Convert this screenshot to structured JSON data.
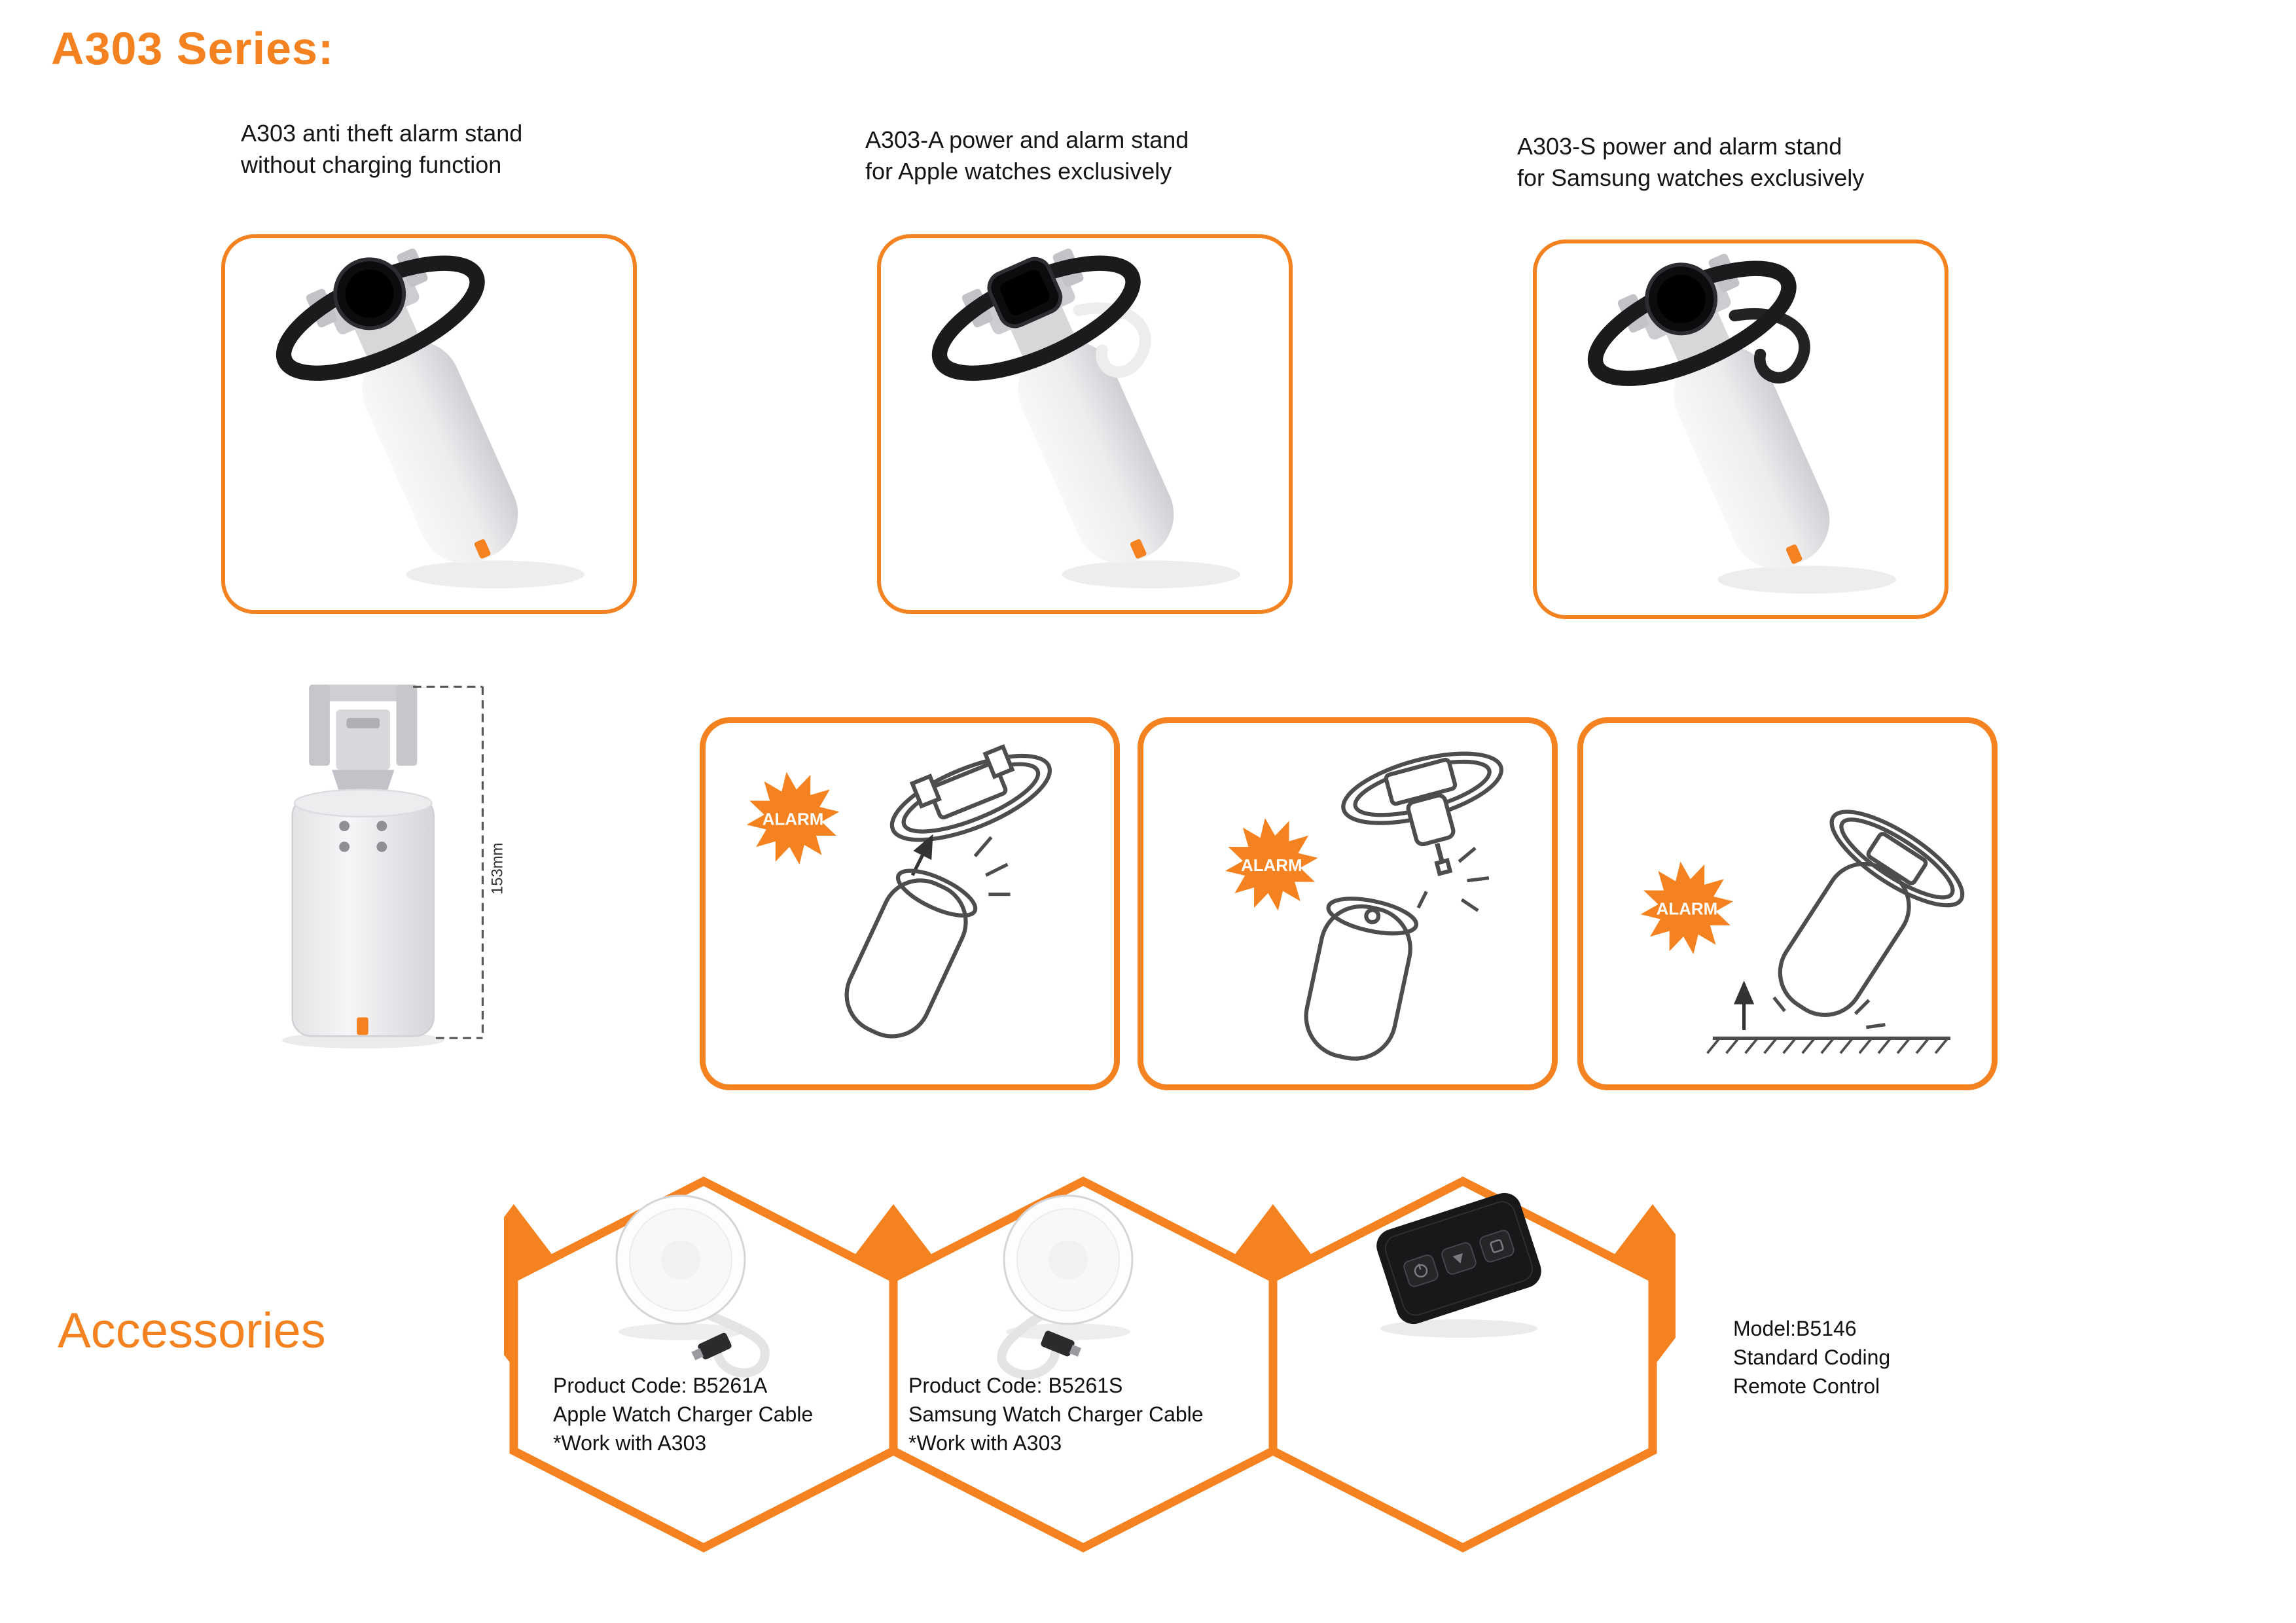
{
  "header": {
    "title": "A303 Series:"
  },
  "products": [
    {
      "caption": "A303 anti theft alarm stand\nwithout charging function"
    },
    {
      "caption": "A303-A power and alarm stand\nfor Apple watches exclusively"
    },
    {
      "caption": "A303-S power and alarm stand\nfor Samsung watches exclusively"
    }
  ],
  "dimension": {
    "label": "153mm"
  },
  "alarm": {
    "label": "ALARM"
  },
  "accessories": {
    "title": "Accessories",
    "items": [
      {
        "text": "Product Code: B5261A\nApple Watch Charger Cable\n*Work with A303"
      },
      {
        "text": "Product Code: B5261S\nSamsung Watch Charger Cable\n*Work with A303"
      },
      {
        "text": "Model:B5146\nStandard Coding\nRemote Control"
      }
    ]
  },
  "icons": {
    "alarm_star": "starburst-badge",
    "remote_buttons": [
      "power-icon",
      "arm-icon",
      "disarm-icon"
    ]
  },
  "colors": {
    "accent": "#F58220"
  }
}
